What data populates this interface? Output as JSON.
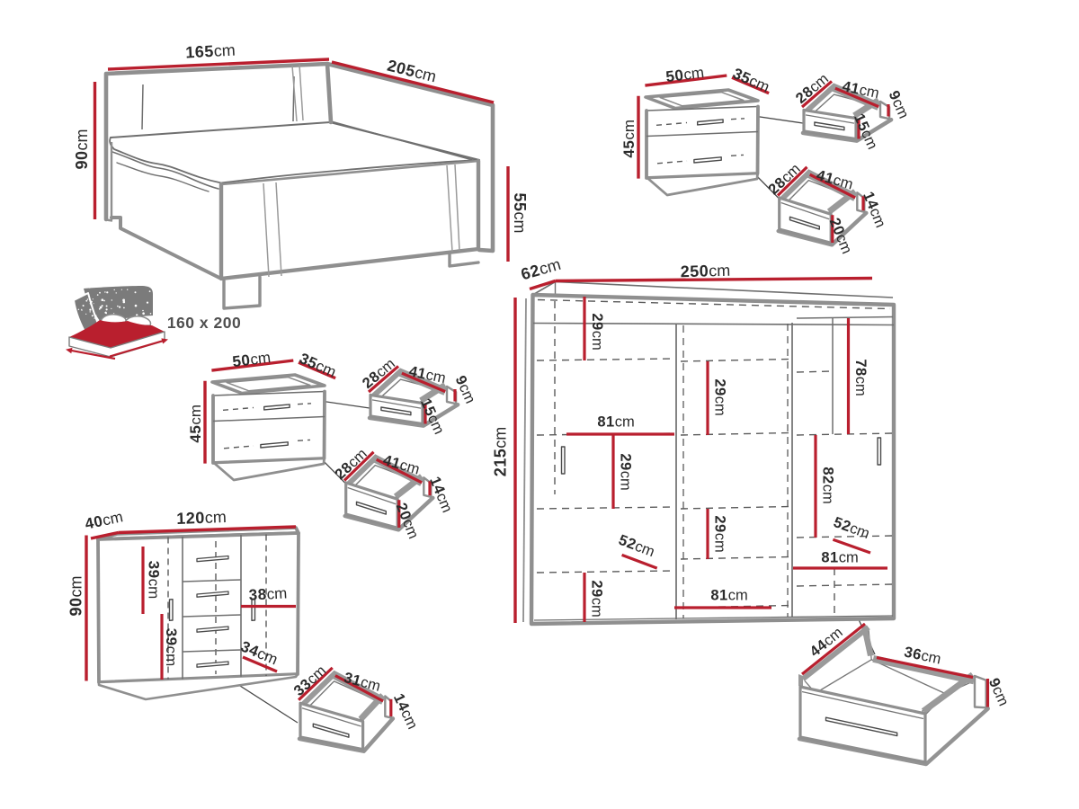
{
  "title": "Bedroom furniture set dimensions diagram",
  "colors": {
    "dimension_red": "#b91f2e",
    "furniture_gray": "#8f8f8f",
    "line_dark": "#4a4a4a",
    "text": "#2b2b2b",
    "icon_gray": "#7b7b7b"
  },
  "bed": {
    "width": {
      "v": "165",
      "u": "cm"
    },
    "length": {
      "v": "205",
      "u": "cm"
    },
    "height": {
      "v": "90",
      "u": "cm"
    },
    "footboard_height": {
      "v": "55",
      "u": "cm"
    },
    "mattress_size": "160 x 200"
  },
  "nightstand_left": {
    "width": {
      "v": "50",
      "u": "cm"
    },
    "depth": {
      "v": "35",
      "u": "cm"
    },
    "height": {
      "v": "45",
      "u": "cm"
    },
    "drawer_upper": {
      "depth": {
        "v": "28",
        "u": "cm"
      },
      "width": {
        "v": "41",
        "u": "cm"
      },
      "back_height": {
        "v": "9",
        "u": "cm"
      },
      "front_height": {
        "v": "15",
        "u": "cm"
      }
    },
    "drawer_lower": {
      "depth": {
        "v": "28",
        "u": "cm"
      },
      "width": {
        "v": "41",
        "u": "cm"
      },
      "back_height": {
        "v": "14",
        "u": "cm"
      },
      "front_height": {
        "v": "20",
        "u": "cm"
      }
    }
  },
  "nightstand_right": {
    "width": {
      "v": "50",
      "u": "cm"
    },
    "depth": {
      "v": "35",
      "u": "cm"
    },
    "height": {
      "v": "45",
      "u": "cm"
    },
    "drawer_upper": {
      "depth": {
        "v": "28",
        "u": "cm"
      },
      "width": {
        "v": "41",
        "u": "cm"
      },
      "back_height": {
        "v": "9",
        "u": "cm"
      },
      "front_height": {
        "v": "15",
        "u": "cm"
      }
    },
    "drawer_lower": {
      "depth": {
        "v": "28",
        "u": "cm"
      },
      "width": {
        "v": "41",
        "u": "cm"
      },
      "back_height": {
        "v": "14",
        "u": "cm"
      },
      "front_height": {
        "v": "20",
        "u": "cm"
      }
    }
  },
  "dresser": {
    "depth": {
      "v": "40",
      "u": "cm"
    },
    "width": {
      "v": "120",
      "u": "cm"
    },
    "height": {
      "v": "90",
      "u": "cm"
    },
    "left_door_width": {
      "v": "39",
      "u": "cm"
    },
    "left_door_width_lower": {
      "v": "39",
      "u": "cm"
    },
    "right_door_width": {
      "v": "38",
      "u": "cm"
    },
    "drawer_front_width": {
      "v": "34",
      "u": "cm"
    },
    "drawer": {
      "depth": {
        "v": "33",
        "u": "cm"
      },
      "width": {
        "v": "31",
        "u": "cm"
      },
      "height": {
        "v": "14",
        "u": "cm"
      }
    }
  },
  "wardrobe": {
    "depth": {
      "v": "62",
      "u": "cm"
    },
    "width": {
      "v": "250",
      "u": "cm"
    },
    "height": {
      "v": "215",
      "u": "cm"
    },
    "internal": [
      {
        "v": "29",
        "u": "cm"
      },
      {
        "v": "29",
        "u": "cm"
      },
      {
        "v": "78",
        "u": "cm"
      },
      {
        "v": "81",
        "u": "cm"
      },
      {
        "v": "29",
        "u": "cm"
      },
      {
        "v": "82",
        "u": "cm"
      },
      {
        "v": "29",
        "u": "cm"
      },
      {
        "v": "52",
        "u": "cm"
      },
      {
        "v": "52",
        "u": "cm"
      },
      {
        "v": "81",
        "u": "cm"
      },
      {
        "v": "29",
        "u": "cm"
      },
      {
        "v": "81",
        "u": "cm"
      }
    ],
    "drawer": {
      "depth": {
        "v": "44",
        "u": "cm"
      },
      "width": {
        "v": "36",
        "u": "cm"
      },
      "height": {
        "v": "9",
        "u": "cm"
      }
    }
  }
}
